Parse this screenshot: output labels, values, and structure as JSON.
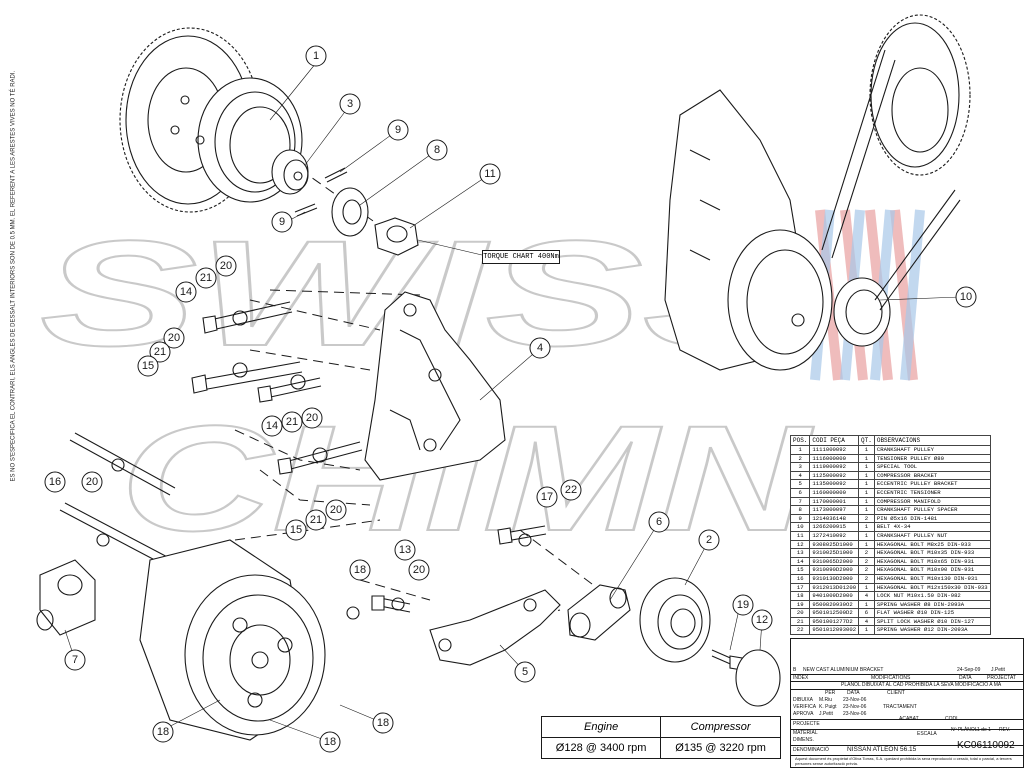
{
  "side_note": "ES NO S'ESPECIFICA EL CONTRARI, ELS ANGLES DE DESSALT INTERIORS SON DE 0.5 MM. EL REFERENT A LES ARESTES VIVES NO TÉ RADI.",
  "torque_note": "TORQUE CHART 400Nm",
  "watermark": {
    "line1": "SWISS",
    "line2": "CHIMN",
    "colors": {
      "outline": "#c9c9c9",
      "red": "#e8a0a0",
      "blue": "#a8c8e8"
    }
  },
  "balloons": [
    {
      "id": "b1",
      "label": "1"
    },
    {
      "id": "b3",
      "label": "3"
    },
    {
      "id": "b9a",
      "label": "9"
    },
    {
      "id": "b8",
      "label": "8"
    },
    {
      "id": "b11",
      "label": "11"
    },
    {
      "id": "b9b",
      "label": "9"
    },
    {
      "id": "b20a",
      "label": "20"
    },
    {
      "id": "b21a",
      "label": "21"
    },
    {
      "id": "b14a",
      "label": "14"
    },
    {
      "id": "b20b",
      "label": "20"
    },
    {
      "id": "b21b",
      "label": "21"
    },
    {
      "id": "b15a",
      "label": "15"
    },
    {
      "id": "b14b",
      "label": "14"
    },
    {
      "id": "b21c",
      "label": "21"
    },
    {
      "id": "b20c",
      "label": "20"
    },
    {
      "id": "b4",
      "label": "4"
    },
    {
      "id": "b16",
      "label": "16"
    },
    {
      "id": "b20d",
      "label": "20"
    },
    {
      "id": "b15b",
      "label": "15"
    },
    {
      "id": "b21d",
      "label": "21"
    },
    {
      "id": "b20e",
      "label": "20"
    },
    {
      "id": "b17",
      "label": "17"
    },
    {
      "id": "b22",
      "label": "22"
    },
    {
      "id": "b6",
      "label": "6"
    },
    {
      "id": "b2",
      "label": "2"
    },
    {
      "id": "b13",
      "label": "13"
    },
    {
      "id": "b20f",
      "label": "20"
    },
    {
      "id": "b18a",
      "label": "18"
    },
    {
      "id": "b7",
      "label": "7"
    },
    {
      "id": "b5",
      "label": "5"
    },
    {
      "id": "b19",
      "label": "19"
    },
    {
      "id": "b12",
      "label": "12"
    },
    {
      "id": "b18b",
      "label": "18"
    },
    {
      "id": "b18c",
      "label": "18"
    },
    {
      "id": "b10",
      "label": "10"
    }
  ],
  "parts_list": {
    "headers": [
      "POS.",
      "CODI PEÇA",
      "QT.",
      "OBSERVACIONS"
    ],
    "rows": [
      [
        "1",
        "1111000092",
        "1",
        "CRANKSHAFT PULLEY"
      ],
      [
        "2",
        "1116000000",
        "1",
        "TENSIONER PULLEY Ø80"
      ],
      [
        "3",
        "1119000092",
        "1",
        "SPECIAL TOOL"
      ],
      [
        "4",
        "1125000092",
        "1",
        "COMPRESSOR BRACKET"
      ],
      [
        "5",
        "1135000092",
        "1",
        "ECCENTRIC PULLEY BRACKET"
      ],
      [
        "6",
        "1160000000",
        "1",
        "ECCENTRIC TENSIONER"
      ],
      [
        "7",
        "1170000001",
        "1",
        "COMPRESSOR MANIFOLD"
      ],
      [
        "8",
        "1173000097",
        "1",
        "CRANKSHAFT PULLEY SPACER"
      ],
      [
        "9",
        "1214036148",
        "2",
        "PIN Ø5x16 DIN-1481"
      ],
      [
        "10",
        "1266200915",
        "1",
        "BELT 4X-34"
      ],
      [
        "11",
        "1272410092",
        "1",
        "CRANKSHAFT PULLEY NUT"
      ],
      [
        "12",
        "9308025D1000",
        "1",
        "HEXAGONAL BOLT M8x25 DIN-933"
      ],
      [
        "13",
        "9310025D1000",
        "2",
        "HEXAGONAL BOLT M10x35 DIN-933"
      ],
      [
        "14",
        "9310065D2000",
        "2",
        "HEXAGONAL BOLT M10x65 DIN-931"
      ],
      [
        "15",
        "9310090D2000",
        "2",
        "HEXAGONAL BOLT M10x90 DIN-931"
      ],
      [
        "16",
        "9310130D2000",
        "2",
        "HEXAGONAL BOLT M10x130 DIN-931"
      ],
      [
        "17",
        "9312013D01200",
        "1",
        "HEXAGONAL BOLT M12x150x30 DIN-933"
      ],
      [
        "18",
        "9401009D2000",
        "4",
        "LOCK NUT M10x1.50 DIN-982"
      ],
      [
        "19",
        "9500820930O2",
        "1",
        "SPRING WASHER Ø8 DIN-2093A"
      ],
      [
        "20",
        "9501012500D2",
        "6",
        "FLAT WASHER Ø10 DIN-125"
      ],
      [
        "21",
        "9501001277D2",
        "4",
        "SPLIT LOCK WASHER Ø10 DIN-127"
      ],
      [
        "22",
        "9501012093002",
        "1",
        "SPRING WASHER Ø12 DIN-2093A"
      ]
    ]
  },
  "performance": {
    "headers": [
      "Engine",
      "Compressor"
    ],
    "values": [
      "Ø128 @ 3400 rpm",
      "Ø135 @ 3220 rpm"
    ]
  },
  "title_block": {
    "rev_b": "B",
    "rev_text": "NEW CAST ALUMINIUM BRACKET",
    "rev_date": "24-Sep-09",
    "rev_by": "J.Petit",
    "rev_headers": [
      "INDEX",
      "MODIFICATIONS",
      "DATA",
      "PROJECTAT"
    ],
    "notice": "PLÀNOL DIBUIXAT AL CAD PROHIBIDA LA SEVA MODIFICACIÓ A MÀ",
    "role_headers": [
      "PER",
      "DATA",
      "CLIENT"
    ],
    "roles": [
      [
        "DIBUIXA",
        "M.Riu",
        "23-Nov-06"
      ],
      [
        "VERIFICA",
        "K. Puigt",
        "23-Nov-06"
      ],
      [
        "APROVA",
        "J.Petit",
        "23-Nov-06"
      ]
    ],
    "tractament": "TRACTAMENT",
    "projecte": "PROJECTE",
    "acabat": "ACABAT",
    "codi": "CODI",
    "material": "MATERIAL",
    "dimens": "DIMENS.",
    "denominacio": "DENOMINACIÓ",
    "denominacio_value": "NISSAN ATLEON 56.15",
    "escala": "ESCALA",
    "planol_label": "Nº PLÀNOL",
    "planol_of": "1 de 1",
    "rev_label": "REV.",
    "drawing_number": "KC06110092",
    "footer": "Aquest document és propietat d'Oliva Torras, S.A. quedant prohibida la seva reproducció o cessió, total o parcial, a tercers persones sense autorització prèvia."
  }
}
